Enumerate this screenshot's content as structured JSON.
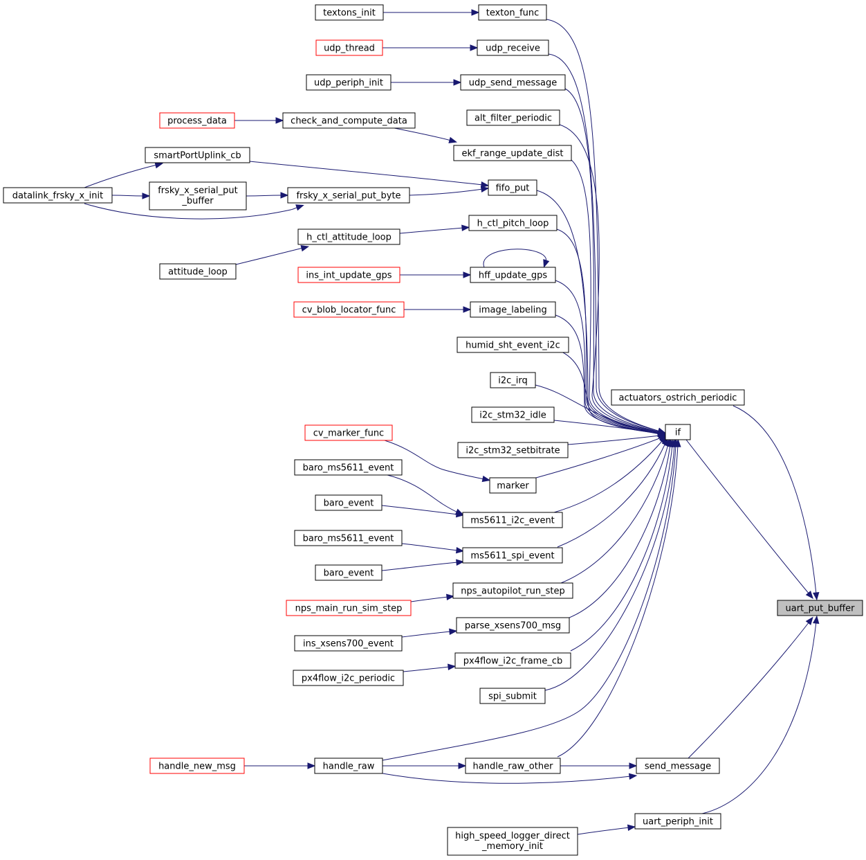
{
  "diagram": {
    "colors": {
      "edge": "#191970",
      "node_border": "#000000",
      "truncated_node_border": "#ff0000",
      "root_fill": "#bfbfbf"
    },
    "nodes": [
      {
        "id": "textons_init",
        "label": "textons_init"
      },
      {
        "id": "texton_func",
        "label": "texton_func"
      },
      {
        "id": "udp_thread",
        "label": "udp_thread",
        "truncated": true
      },
      {
        "id": "udp_receive",
        "label": "udp_receive"
      },
      {
        "id": "udp_periph_init",
        "label": "udp_periph_init"
      },
      {
        "id": "udp_send_message",
        "label": "udp_send_message"
      },
      {
        "id": "alt_filter_periodic",
        "label": "alt_filter_periodic"
      },
      {
        "id": "process_data",
        "label": "process_data",
        "truncated": true
      },
      {
        "id": "check_and_compute_data",
        "label": "check_and_compute_data"
      },
      {
        "id": "ekf_range_update_dist",
        "label": "ekf_range_update_dist"
      },
      {
        "id": "smartPortUplink_cb",
        "label": "smartPortUplink_cb"
      },
      {
        "id": "fifo_put",
        "label": "fifo_put"
      },
      {
        "id": "datalink_frsky_x_init",
        "label": "datalink_frsky_x_init"
      },
      {
        "id": "frsky_x_serial_put_buffer",
        "label": "frsky_x_serial_put",
        "label2": "_buffer"
      },
      {
        "id": "frsky_x_serial_put_byte",
        "label": "frsky_x_serial_put_byte"
      },
      {
        "id": "h_ctl_pitch_loop",
        "label": "h_ctl_pitch_loop"
      },
      {
        "id": "h_ctl_attitude_loop",
        "label": "h_ctl_attitude_loop"
      },
      {
        "id": "attitude_loop",
        "label": "attitude_loop"
      },
      {
        "id": "ins_int_update_gps",
        "label": "ins_int_update_gps",
        "truncated": true
      },
      {
        "id": "hff_update_gps",
        "label": "hff_update_gps"
      },
      {
        "id": "cv_blob_locator_func",
        "label": "cv_blob_locator_func",
        "truncated": true
      },
      {
        "id": "image_labeling",
        "label": "image_labeling"
      },
      {
        "id": "humid_sht_event_i2c",
        "label": "humid_sht_event_i2c"
      },
      {
        "id": "i2c_irq",
        "label": "i2c_irq"
      },
      {
        "id": "actuators_ostrich_periodic",
        "label": "actuators_ostrich_periodic"
      },
      {
        "id": "i2c_stm32_idle",
        "label": "i2c_stm32_idle"
      },
      {
        "id": "if",
        "label": "if"
      },
      {
        "id": "cv_marker_func",
        "label": "cv_marker_func",
        "truncated": true
      },
      {
        "id": "i2c_stm32_setbitrate",
        "label": "i2c_stm32_setbitrate"
      },
      {
        "id": "baro_ms5611_event_1",
        "label": "baro_ms5611_event"
      },
      {
        "id": "marker",
        "label": "marker"
      },
      {
        "id": "baro_event_1",
        "label": "baro_event"
      },
      {
        "id": "ms5611_i2c_event",
        "label": "ms5611_i2c_event"
      },
      {
        "id": "baro_ms5611_event_2",
        "label": "baro_ms5611_event"
      },
      {
        "id": "ms5611_spi_event",
        "label": "ms5611_spi_event"
      },
      {
        "id": "baro_event_2",
        "label": "baro_event"
      },
      {
        "id": "nps_autopilot_run_step",
        "label": "nps_autopilot_run_step"
      },
      {
        "id": "nps_main_run_sim_step",
        "label": "nps_main_run_sim_step",
        "truncated": true
      },
      {
        "id": "uart_put_buffer",
        "label": "uart_put_buffer",
        "root": true
      },
      {
        "id": "parse_xsens700_msg",
        "label": "parse_xsens700_msg"
      },
      {
        "id": "ins_xsens700_event",
        "label": "ins_xsens700_event"
      },
      {
        "id": "px4flow_i2c_frame_cb",
        "label": "px4flow_i2c_frame_cb"
      },
      {
        "id": "px4flow_i2c_periodic",
        "label": "px4flow_i2c_periodic"
      },
      {
        "id": "spi_submit",
        "label": "spi_submit"
      },
      {
        "id": "handle_new_msg",
        "label": "handle_new_msg",
        "truncated": true
      },
      {
        "id": "handle_raw",
        "label": "handle_raw"
      },
      {
        "id": "handle_raw_other",
        "label": "handle_raw_other"
      },
      {
        "id": "send_message",
        "label": "send_message"
      },
      {
        "id": "uart_periph_init",
        "label": "uart_periph_init"
      },
      {
        "id": "high_speed_logger_direct_memory_init",
        "label": "high_speed_logger_direct",
        "label2": "_memory_init"
      }
    ],
    "edges": [
      [
        "textons_init",
        "texton_func"
      ],
      [
        "udp_thread",
        "udp_receive"
      ],
      [
        "udp_periph_init",
        "udp_send_message"
      ],
      [
        "process_data",
        "check_and_compute_data"
      ],
      [
        "check_and_compute_data",
        "ekf_range_update_dist"
      ],
      [
        "datalink_frsky_x_init",
        "smartPortUplink_cb"
      ],
      [
        "datalink_frsky_x_init",
        "frsky_x_serial_put_buffer"
      ],
      [
        "datalink_frsky_x_init",
        "frsky_x_serial_put_byte"
      ],
      [
        "frsky_x_serial_put_buffer",
        "frsky_x_serial_put_byte"
      ],
      [
        "smartPortUplink_cb",
        "fifo_put"
      ],
      [
        "frsky_x_serial_put_byte",
        "fifo_put"
      ],
      [
        "h_ctl_attitude_loop",
        "h_ctl_pitch_loop"
      ],
      [
        "attitude_loop",
        "h_ctl_attitude_loop"
      ],
      [
        "hff_update_gps",
        "hff_update_gps"
      ],
      [
        "ins_int_update_gps",
        "hff_update_gps"
      ],
      [
        "cv_blob_locator_func",
        "image_labeling"
      ],
      [
        "cv_marker_func",
        "marker"
      ],
      [
        "baro_ms5611_event_1",
        "ms5611_i2c_event"
      ],
      [
        "baro_event_1",
        "ms5611_i2c_event"
      ],
      [
        "baro_ms5611_event_2",
        "ms5611_spi_event"
      ],
      [
        "baro_event_2",
        "ms5611_spi_event"
      ],
      [
        "nps_main_run_sim_step",
        "nps_autopilot_run_step"
      ],
      [
        "ins_xsens700_event",
        "parse_xsens700_msg"
      ],
      [
        "px4flow_i2c_periodic",
        "px4flow_i2c_frame_cb"
      ],
      [
        "handle_new_msg",
        "handle_raw"
      ],
      [
        "handle_raw",
        "handle_raw_other"
      ],
      [
        "handle_raw",
        "send_message"
      ],
      [
        "handle_raw_other",
        "send_message"
      ],
      [
        "high_speed_logger_direct_memory_init",
        "uart_periph_init"
      ],
      [
        "texton_func",
        "if"
      ],
      [
        "udp_receive",
        "if"
      ],
      [
        "udp_send_message",
        "if"
      ],
      [
        "alt_filter_periodic",
        "if"
      ],
      [
        "ekf_range_update_dist",
        "if"
      ],
      [
        "fifo_put",
        "if"
      ],
      [
        "h_ctl_pitch_loop",
        "if"
      ],
      [
        "hff_update_gps",
        "if"
      ],
      [
        "image_labeling",
        "if"
      ],
      [
        "humid_sht_event_i2c",
        "if"
      ],
      [
        "i2c_irq",
        "if"
      ],
      [
        "i2c_stm32_idle",
        "if"
      ],
      [
        "i2c_stm32_setbitrate",
        "if"
      ],
      [
        "marker",
        "if"
      ],
      [
        "ms5611_i2c_event",
        "if"
      ],
      [
        "ms5611_spi_event",
        "if"
      ],
      [
        "nps_autopilot_run_step",
        "if"
      ],
      [
        "parse_xsens700_msg",
        "if"
      ],
      [
        "px4flow_i2c_frame_cb",
        "if"
      ],
      [
        "spi_submit",
        "if"
      ],
      [
        "handle_raw",
        "if"
      ],
      [
        "handle_raw_other",
        "if"
      ],
      [
        "if",
        "uart_put_buffer"
      ],
      [
        "actuators_ostrich_periodic",
        "uart_put_buffer"
      ],
      [
        "send_message",
        "uart_put_buffer"
      ],
      [
        "uart_periph_init",
        "uart_put_buffer"
      ]
    ]
  }
}
